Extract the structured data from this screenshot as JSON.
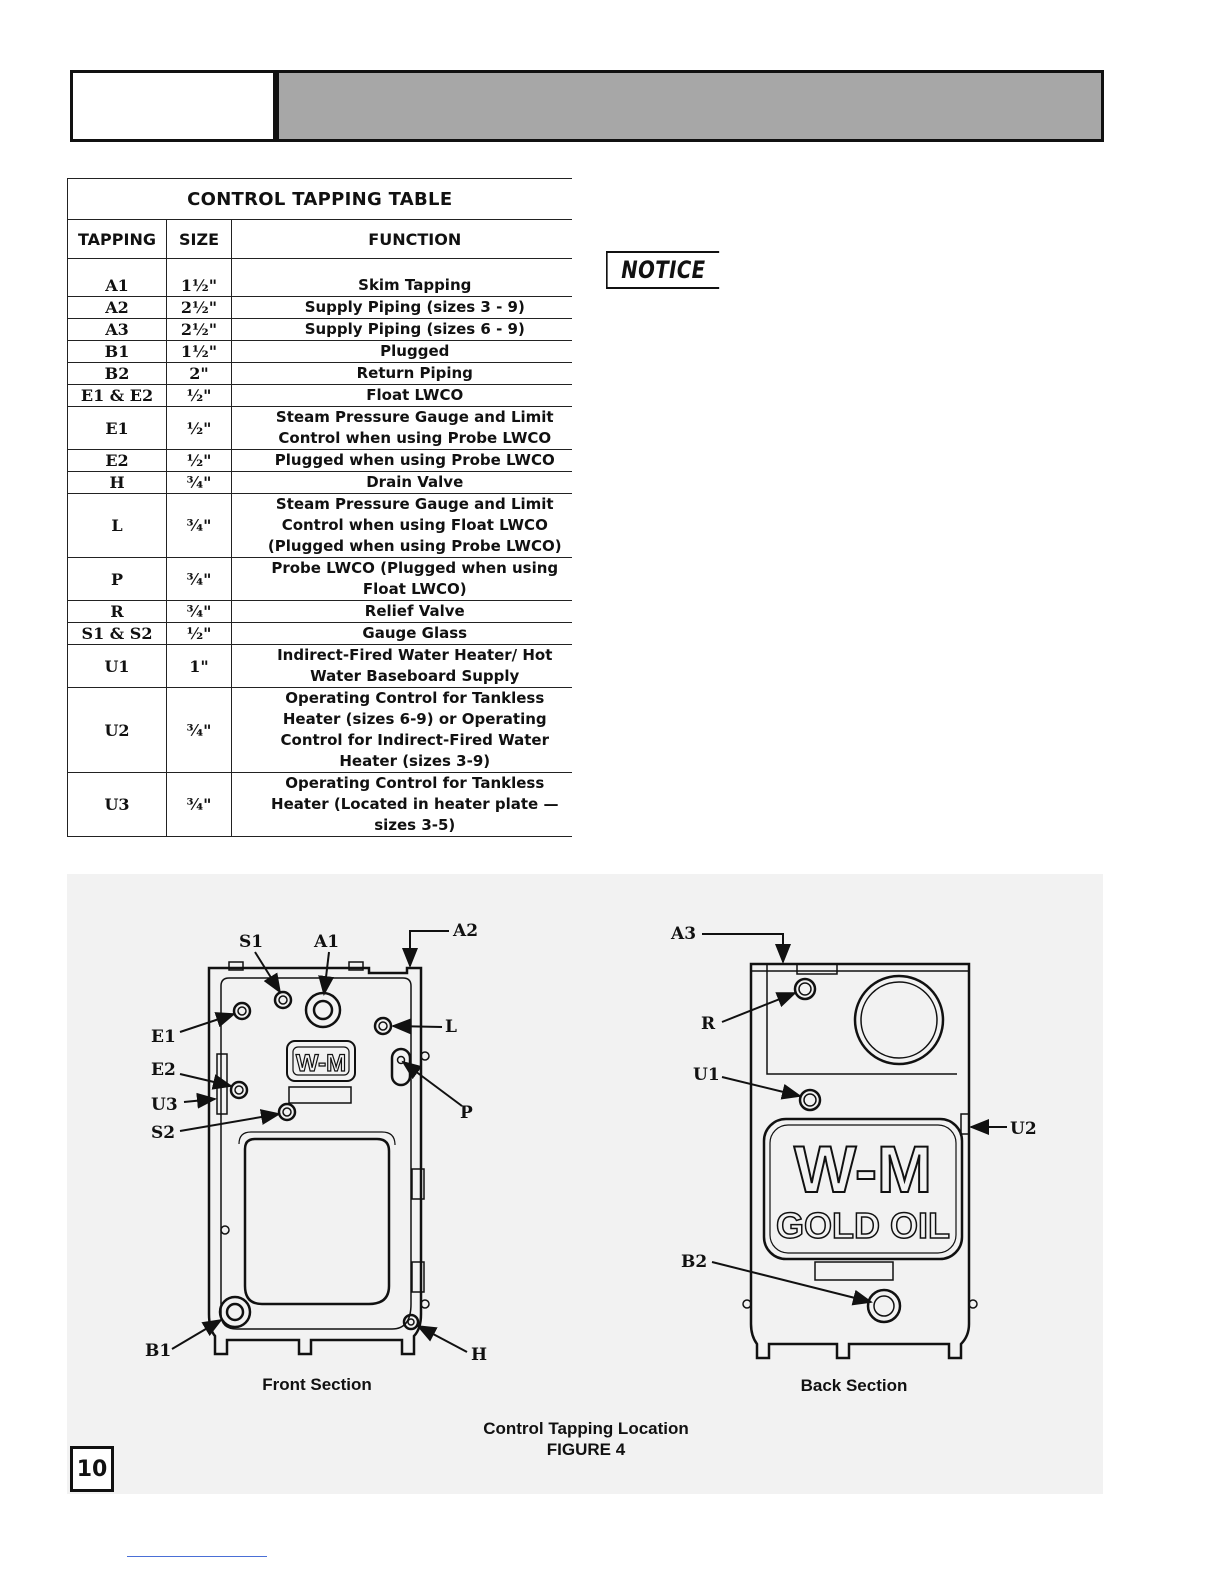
{
  "table": {
    "title": "CONTROL TAPPING TABLE",
    "headers": [
      "TAPPING",
      "SIZE",
      "FUNCTION"
    ],
    "rows": [
      {
        "tapping": "A1",
        "size": "1½\"",
        "function": "Skim Tapping"
      },
      {
        "tapping": "A2",
        "size": "2½\"",
        "function": "Supply Piping (sizes 3 - 9)"
      },
      {
        "tapping": "A3",
        "size": "2½\"",
        "function": "Supply Piping (sizes 6 - 9)"
      },
      {
        "tapping": "B1",
        "size": "1½\"",
        "function": "Plugged"
      },
      {
        "tapping": "B2",
        "size": "2\"",
        "function": "Return Piping"
      },
      {
        "tapping": "E1 & E2",
        "size": "½\"",
        "function": "Float LWCO"
      },
      {
        "tapping": "E1",
        "size": "½\"",
        "function": "Steam Pressure Gauge and Limit Control when using Probe LWCO"
      },
      {
        "tapping": "E2",
        "size": "½\"",
        "function": "Plugged when using Probe LWCO"
      },
      {
        "tapping": "H",
        "size": "¾\"",
        "function": "Drain Valve"
      },
      {
        "tapping": "L",
        "size": "¾\"",
        "function": "Steam Pressure Gauge and Limit Control when using Float LWCO (Plugged when using Probe LWCO)"
      },
      {
        "tapping": "P",
        "size": "¾\"",
        "function": "Probe LWCO (Plugged when using Float LWCO)"
      },
      {
        "tapping": "R",
        "size": "¾\"",
        "function": "Relief Valve"
      },
      {
        "tapping": "S1 & S2",
        "size": "½\"",
        "function": "Gauge Glass"
      },
      {
        "tapping": "U1",
        "size": "1\"",
        "function": "Indirect-Fired Water Heater/ Hot Water Baseboard Supply"
      },
      {
        "tapping": "U2",
        "size": "¾\"",
        "function": "Operating Control for Tankless Heater (sizes 6-9) or Operating Control for Indirect-Fired Water Heater (sizes 3-9)"
      },
      {
        "tapping": "U3",
        "size": "¾\"",
        "function": "Operating Control for Tankless Heater (Located in heater plate — sizes 3-5)"
      }
    ]
  },
  "notice_label": "NOTICE",
  "figure": {
    "front_caption": "Front Section",
    "back_caption": "Back Section",
    "caption_line1": "Control Tapping Location",
    "caption_line2": "FIGURE 4",
    "logo_text": "W-M",
    "brand_text": "GOLD OIL",
    "front_labels": {
      "S1": "S1",
      "A1": "A1",
      "A2": "A2",
      "E1": "E1",
      "L": "L",
      "E2": "E2",
      "U3": "U3",
      "P": "P",
      "S2": "S2",
      "B1": "B1",
      "H": "H"
    },
    "back_labels": {
      "A3": "A3",
      "R": "R",
      "U1": "U1",
      "U2": "U2",
      "B2": "B2"
    }
  },
  "page_number": "10"
}
